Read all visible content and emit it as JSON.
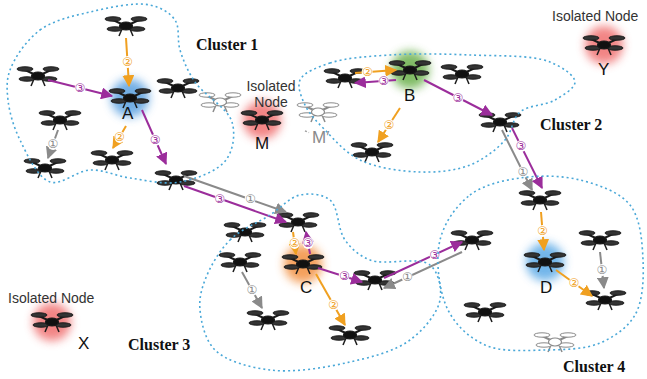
{
  "diagram": {
    "nodes": [
      {
        "text": [
          "Cluster 1"
        ]
      },
      {
        "text": [
          "A"
        ],
        "in": 0
      },
      {
        "text": [
          "Isolated Node",
          "M"
        ]
      },
      {
        "text": [
          "M′"
        ]
      },
      {
        "text": [
          "Cluster 2"
        ]
      },
      {
        "text": [
          "B"
        ],
        "in": 4
      },
      {
        "text": [
          "Isolated Node",
          "Y"
        ]
      },
      {
        "text": [
          "Cluster 3"
        ]
      },
      {
        "text": [
          "C"
        ],
        "in": 7
      },
      {
        "text": [
          "Cluster 4"
        ]
      },
      {
        "text": [
          "D"
        ],
        "in": 9
      },
      {
        "text": [
          "Isolated Node",
          "X"
        ]
      }
    ],
    "edges": [
      {
        "from": 2,
        "to": 3,
        "arrow": "none"
      }
    ],
    "labels": [
      "②",
      "③",
      "②",
      "①",
      "③",
      "①",
      "③",
      "②",
      "③",
      "②",
      "③",
      "①",
      "③",
      "②",
      "③",
      "①",
      "②",
      "③",
      "③",
      "①",
      "②",
      "②",
      "①"
    ]
  }
}
